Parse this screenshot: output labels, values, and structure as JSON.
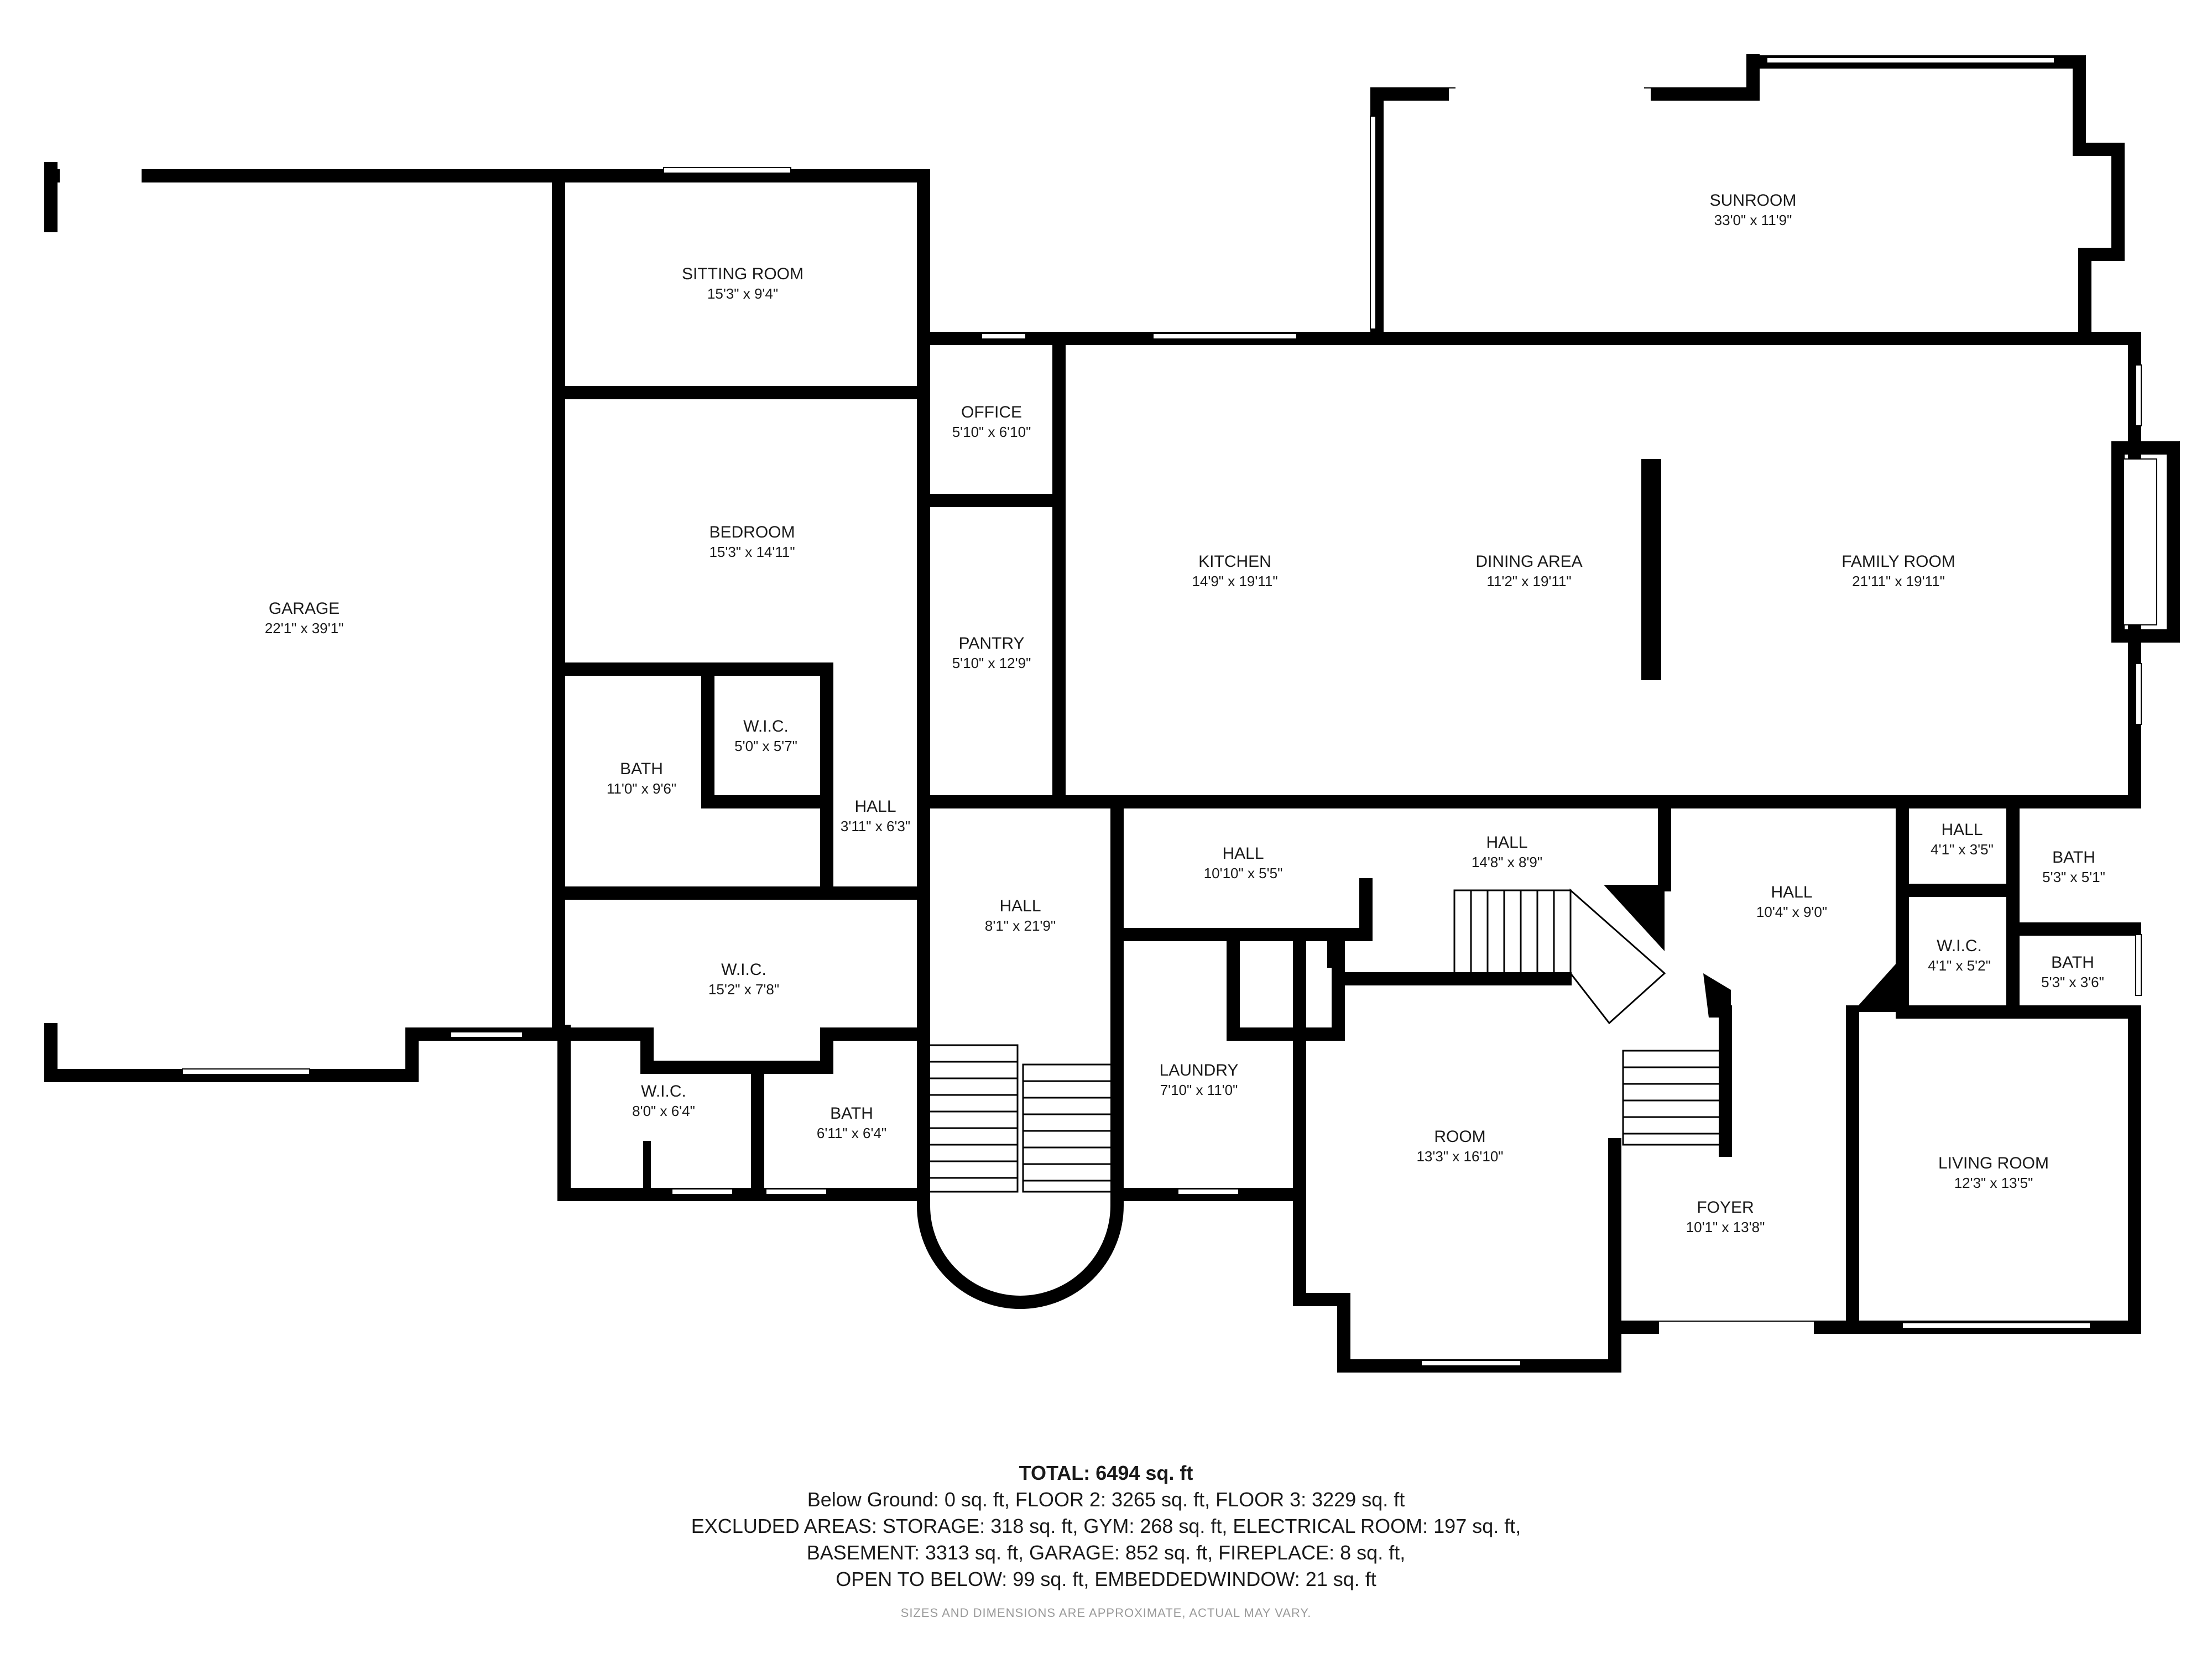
{
  "rooms": {
    "garage": {
      "name": "GARAGE",
      "dim": "22'1\" x 39'1\""
    },
    "sitting_room": {
      "name": "SITTING ROOM",
      "dim": "15'3\" x 9'4\""
    },
    "office": {
      "name": "OFFICE",
      "dim": "5'10\" x 6'10\""
    },
    "sunroom": {
      "name": "SUNROOM",
      "dim": "33'0\" x 11'9\""
    },
    "bedroom": {
      "name": "BEDROOM",
      "dim": "15'3\" x 14'11\""
    },
    "pantry": {
      "name": "PANTRY",
      "dim": "5'10\" x 12'9\""
    },
    "kitchen": {
      "name": "KITCHEN",
      "dim": "14'9\" x 19'11\""
    },
    "dining_area": {
      "name": "DINING AREA",
      "dim": "11'2\" x 19'11\""
    },
    "family_room": {
      "name": "FAMILY ROOM",
      "dim": "21'11\" x 19'11\""
    },
    "bath_main": {
      "name": "BATH",
      "dim": "11'0\" x 9'6\""
    },
    "wic_small": {
      "name": "W.I.C.",
      "dim": "5'0\" x 5'7\""
    },
    "hall_small": {
      "name": "HALL",
      "dim": "3'11\" x 6'3\""
    },
    "hall_center": {
      "name": "HALL",
      "dim": "8'1\" x 21'9\""
    },
    "hall_mid": {
      "name": "HALL",
      "dim": "10'10\" x 5'5\""
    },
    "hall_wide": {
      "name": "HALL",
      "dim": "14'8\" x 8'9\""
    },
    "hall_right": {
      "name": "HALL",
      "dim": "10'4\" x 9'0\""
    },
    "hall_tiny": {
      "name": "HALL",
      "dim": "4'1\" x 3'5\""
    },
    "bath_right_top": {
      "name": "BATH",
      "dim": "5'3\" x 5'1\""
    },
    "wic_right": {
      "name": "W.I.C.",
      "dim": "4'1\" x 5'2\""
    },
    "bath_right_bottom": {
      "name": "BATH",
      "dim": "5'3\" x 3'6\""
    },
    "wic_large": {
      "name": "W.I.C.",
      "dim": "15'2\" x 7'8\""
    },
    "laundry": {
      "name": "LAUNDRY",
      "dim": "7'10\" x 11'0\""
    },
    "wic_bottom": {
      "name": "W.I.C.",
      "dim": "8'0\" x 6'4\""
    },
    "bath_bottom": {
      "name": "BATH",
      "dim": "6'11\" x 6'4\""
    },
    "room": {
      "name": "ROOM",
      "dim": "13'3\" x 16'10\""
    },
    "foyer": {
      "name": "FOYER",
      "dim": "10'1\" x 13'8\""
    },
    "living_room": {
      "name": "LIVING ROOM",
      "dim": "12'3\" x 13'5\""
    }
  },
  "summary": {
    "total": "TOTAL: 6494 sq. ft",
    "line1": "Below Ground: 0 sq. ft, FLOOR 2: 3265 sq. ft, FLOOR 3: 3229 sq. ft",
    "line2": "EXCLUDED AREAS: STORAGE: 318 sq. ft, GYM: 268 sq. ft, ELECTRICAL ROOM: 197 sq. ft,",
    "line3": "BASEMENT: 3313 sq. ft, GARAGE: 852 sq. ft, FIREPLACE: 8 sq. ft,",
    "line4": "OPEN TO BELOW: 99 sq. ft, EMBEDDEDWINDOW: 21 sq. ft",
    "disclaimer": "SIZES AND DIMENSIONS ARE APPROXIMATE, ACTUAL MAY VARY."
  }
}
